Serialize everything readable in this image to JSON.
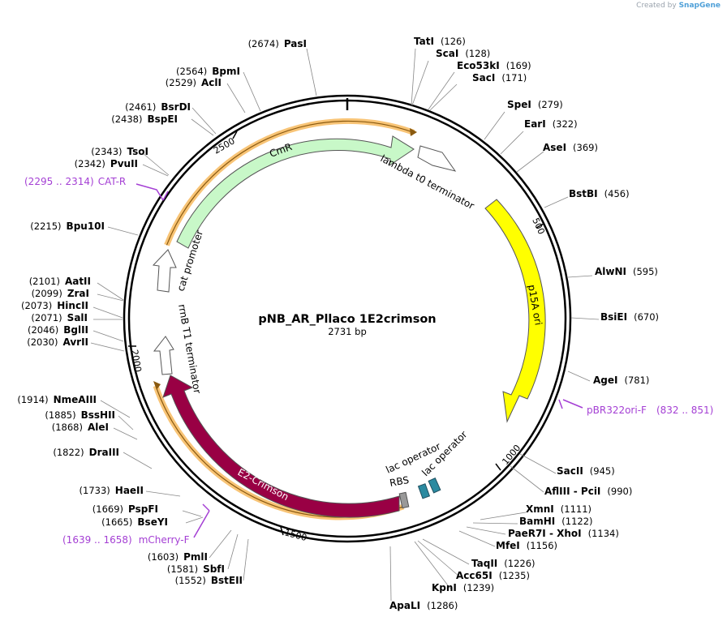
{
  "header": {
    "credit_prefix": "Created by",
    "credit_brand": "SnapGene"
  },
  "plasmid": {
    "name": "pNB_AR_Pllaco 1E2crimson",
    "length_label": "2731 bp",
    "length": 2731
  },
  "ruler_ticks": [
    "500",
    "1000",
    "1500",
    "2000",
    "2500"
  ],
  "features": [
    {
      "id": "cmr",
      "label": "CmR",
      "color": "#c8f8c8"
    },
    {
      "id": "lambda-t0",
      "label": "lambda t0 terminator",
      "color": "#ffffff"
    },
    {
      "id": "p15a",
      "label": "p15A ori",
      "color": "#ffff00"
    },
    {
      "id": "e2-crimson",
      "label": "E2-Crimson",
      "color": "#990044"
    },
    {
      "id": "rbs",
      "label": "RBS",
      "color": "#999999"
    },
    {
      "id": "lac-op-1",
      "label": "lac operator",
      "color": "#2a8aa0"
    },
    {
      "id": "lac-op-2",
      "label": "lac operator",
      "color": "#2a8aa0"
    },
    {
      "id": "rrnb-t1",
      "label": "rrnB T1 terminator",
      "color": "#ffffff"
    },
    {
      "id": "cat-promoter",
      "label": "cat promoter",
      "color": "#ffffff"
    }
  ],
  "primers": [
    {
      "range": "(2295 .. 2314)",
      "name": "CAT-R"
    },
    {
      "range": "(832 .. 851)",
      "name": "pBR322ori-F"
    },
    {
      "range": "(1639 .. 1658)",
      "name": "mCherry-F"
    }
  ],
  "sites": [
    {
      "pos": "(2674)",
      "name": "PasI"
    },
    {
      "pos": "(126)",
      "name": "TatI"
    },
    {
      "pos": "(128)",
      "name": "ScaI"
    },
    {
      "pos": "(169)",
      "name": "Eco53kI"
    },
    {
      "pos": "(171)",
      "name": "SacI"
    },
    {
      "pos": "(279)",
      "name": "SpeI"
    },
    {
      "pos": "(322)",
      "name": "EarI"
    },
    {
      "pos": "(369)",
      "name": "AseI"
    },
    {
      "pos": "(456)",
      "name": "BstBI"
    },
    {
      "pos": "(595)",
      "name": "AlwNI"
    },
    {
      "pos": "(670)",
      "name": "BsiEI"
    },
    {
      "pos": "(781)",
      "name": "AgeI"
    },
    {
      "pos": "(945)",
      "name": "SacII"
    },
    {
      "pos": "(990)",
      "name": "AflIII  -  PciI"
    },
    {
      "pos": "(1111)",
      "name": "XmnI"
    },
    {
      "pos": "(1122)",
      "name": "BamHI"
    },
    {
      "pos": "(1134)",
      "name": "PaeR7I  -  XhoI"
    },
    {
      "pos": "(1156)",
      "name": "MfeI"
    },
    {
      "pos": "(1226)",
      "name": "TaqII"
    },
    {
      "pos": "(1235)",
      "name": "Acc65I"
    },
    {
      "pos": "(1239)",
      "name": "KpnI"
    },
    {
      "pos": "(1286)",
      "name": "ApaLI"
    },
    {
      "pos": "(1552)",
      "name": "BstEII"
    },
    {
      "pos": "(1581)",
      "name": "SbfI"
    },
    {
      "pos": "(1603)",
      "name": "PmlI"
    },
    {
      "pos": "(1665)",
      "name": "BseYI"
    },
    {
      "pos": "(1669)",
      "name": "PspFI"
    },
    {
      "pos": "(1733)",
      "name": "HaeII"
    },
    {
      "pos": "(1822)",
      "name": "DraIII"
    },
    {
      "pos": "(1868)",
      "name": "AleI"
    },
    {
      "pos": "(1885)",
      "name": "BssHII"
    },
    {
      "pos": "(1914)",
      "name": "NmeAIII"
    },
    {
      "pos": "(2030)",
      "name": "AvrII"
    },
    {
      "pos": "(2046)",
      "name": "BglII"
    },
    {
      "pos": "(2071)",
      "name": "SalI"
    },
    {
      "pos": "(2073)",
      "name": "HincII"
    },
    {
      "pos": "(2099)",
      "name": "ZraI"
    },
    {
      "pos": "(2101)",
      "name": "AatII"
    },
    {
      "pos": "(2215)",
      "name": "Bpu10I"
    },
    {
      "pos": "(2342)",
      "name": "PvuII"
    },
    {
      "pos": "(2343)",
      "name": "TsoI"
    },
    {
      "pos": "(2438)",
      "name": "BspEI"
    },
    {
      "pos": "(2461)",
      "name": "BsrDI"
    },
    {
      "pos": "(2529)",
      "name": "AclI"
    },
    {
      "pos": "(2564)",
      "name": "BpmI"
    }
  ]
}
